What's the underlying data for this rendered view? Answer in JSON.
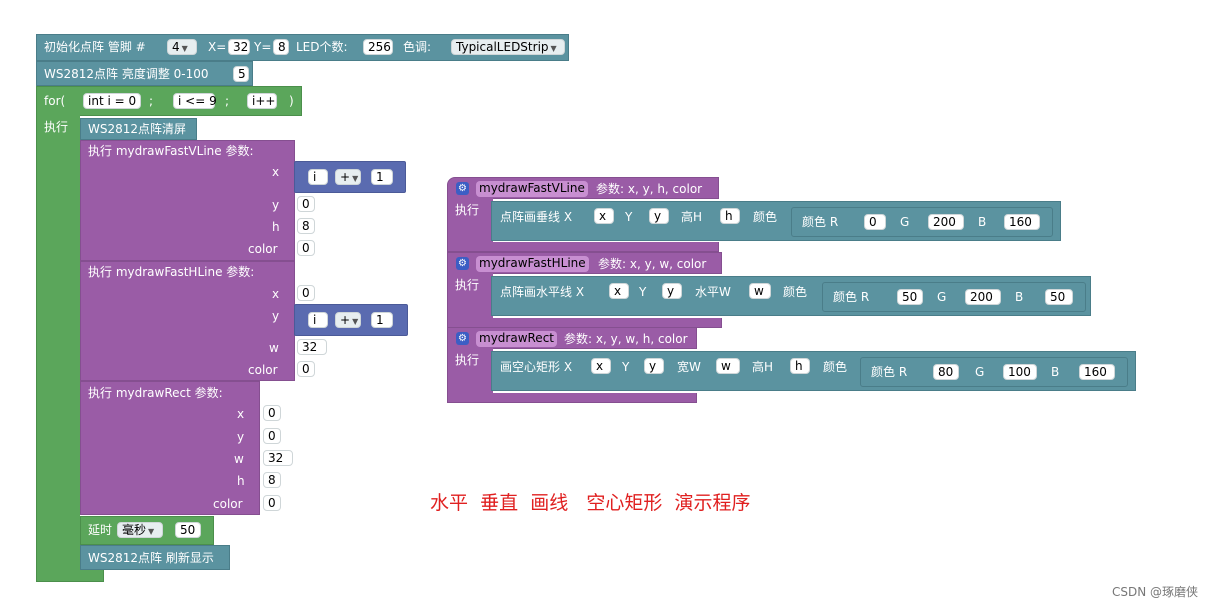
{
  "init": {
    "label": "初始化点阵 管脚 #",
    "pin": "4",
    "x_label": "X=",
    "x_value": "32",
    "y_label": "Y=",
    "y_value": "8",
    "led_count_label": "LED个数:",
    "led_count": "256",
    "tone_label": "色调:",
    "tone_value": "TypicalLEDStrip"
  },
  "brightness": {
    "label": "WS2812点阵 亮度调整 0-100",
    "value": "5"
  },
  "for_loop": {
    "for_label": "for(",
    "init": "int i = 0",
    "sep1": ";",
    "cond": "i <= 9",
    "sep2": ";",
    "step": "i++",
    "close": ")",
    "exec_label": "执行"
  },
  "loop_body": {
    "clear_label": "WS2812点阵清屏",
    "vline": {
      "label": "执行 mydrawFastVLine 参数:",
      "x_label": "x",
      "x_var": "i",
      "x_op": "+",
      "x_num": "1",
      "y_label": "y",
      "y_value": "0",
      "h_label": "h",
      "h_value": "8",
      "color_label": "color",
      "color_value": "0"
    },
    "hline": {
      "label": "执行 mydrawFastHLine 参数:",
      "x_label": "x",
      "x_value": "0",
      "y_label": "y",
      "y_var": "i",
      "y_op": "+",
      "y_num": "1",
      "w_label": "w",
      "w_value": "32",
      "color_label": "color",
      "color_value": "0"
    },
    "rect": {
      "label": "执行 mydrawRect 参数:",
      "x_label": "x",
      "x_value": "0",
      "y_label": "y",
      "y_value": "0",
      "w_label": "w",
      "w_value": "32",
      "h_label": "h",
      "h_value": "8",
      "color_label": "color",
      "color_value": "0"
    },
    "delay": {
      "label": "延时",
      "unit": "毫秒",
      "value": "50"
    },
    "refresh_label": "WS2812点阵 刷新显示"
  },
  "func_vline": {
    "name": "mydrawFastVLine",
    "params": "参数: x, y, h, color",
    "exec": "执行",
    "call_label": "点阵画垂线 X",
    "x": "x",
    "y_label": "Y",
    "y": "y",
    "h_label": "高H",
    "h": "h",
    "color_label": "颜色",
    "rgb_label": "颜色 R",
    "r": "0",
    "g_label": "G",
    "g": "200",
    "b_label": "B",
    "b": "160"
  },
  "func_hline": {
    "name": "mydrawFastHLine",
    "params": "参数: x, y, w, color",
    "exec": "执行",
    "call_label": "点阵画水平线 X",
    "x": "x",
    "y_label": "Y",
    "y": "y",
    "w_label": "水平W",
    "w": "w",
    "color_label": "颜色",
    "rgb_label": "颜色 R",
    "r": "50",
    "g_label": "G",
    "g": "200",
    "b_label": "B",
    "b": "50"
  },
  "func_rect": {
    "name": "mydrawRect",
    "params": "参数: x, y, w, h, color",
    "exec": "执行",
    "call_label": "画空心矩形 X",
    "x": "x",
    "y_label": "Y",
    "y": "y",
    "w_label": "宽W",
    "w": "w",
    "h_label": "高H",
    "h": "h",
    "color_label": "颜色",
    "rgb_label": "颜色 R",
    "r": "80",
    "g_label": "G",
    "g": "100",
    "b_label": "B",
    "b": "160"
  },
  "caption": {
    "part1": "水平",
    "part2": "垂直",
    "part3": "画线",
    "part4": "空心矩形",
    "part5": "演示程序"
  },
  "watermark": "CSDN @琢磨侠"
}
